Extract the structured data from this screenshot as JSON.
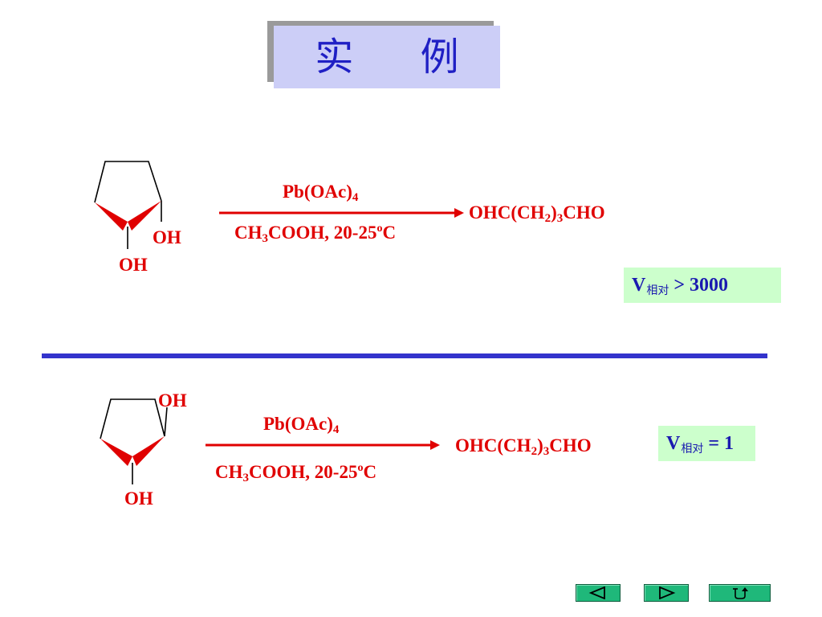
{
  "title": "实 例",
  "reaction1": {
    "reagent_top": [
      "Pb(OAc)",
      "4"
    ],
    "reagent_bottom": [
      "CH",
      "3",
      "COOH, 20-25",
      "o",
      "C"
    ],
    "product": [
      "OHC(CH",
      "2",
      ")",
      "3",
      "CHO"
    ],
    "oh_ring": "OH",
    "oh_bottom": "OH",
    "rate": {
      "v": "V",
      "sub": "相对",
      "value": "> 3000"
    }
  },
  "reaction2": {
    "reagent_top": [
      "Pb(OAc)",
      "4"
    ],
    "reagent_bottom": [
      "CH",
      "3",
      "COOH, 20-25",
      "o",
      "C"
    ],
    "product": [
      "OHC(CH",
      "2",
      ")",
      "3",
      "CHO"
    ],
    "oh_top": "OH",
    "oh_bottom": "OH",
    "rate": {
      "v": "V",
      "sub": "相对",
      "value": "= 1"
    }
  },
  "colors": {
    "label": "#e00000",
    "title": "#1f1fc4",
    "title_bg": "#cccef7",
    "rate_bg": "#ccffcc",
    "rate_text": "#1a1ab0",
    "divider": "#3333cc",
    "nav": "#1fb87a"
  },
  "nav": {
    "prev": "prev-triangle-icon",
    "next": "next-triangle-icon",
    "return": "return-arrow-icon"
  }
}
